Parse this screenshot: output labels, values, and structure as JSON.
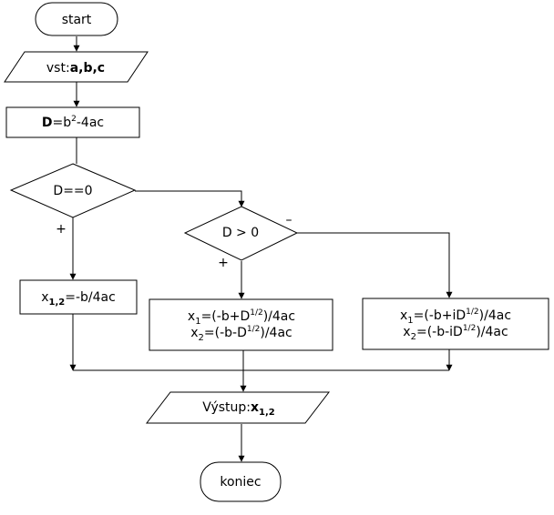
{
  "start": {
    "label": "start"
  },
  "input": {
    "prefix": "vst:",
    "vars": "a,b,c"
  },
  "discriminant": {
    "var": "D",
    "eq": "=b",
    "exp": "2",
    "rest": "-4ac"
  },
  "decision_zero": {
    "label": "D==0",
    "yes": "+"
  },
  "decision_positive": {
    "label": "D > 0",
    "yes": "+",
    "no": "–"
  },
  "result_single": {
    "x": "x",
    "sub": "1,2",
    "expr": "=-b/4ac"
  },
  "result_real": {
    "line1": {
      "x": "x",
      "sub": "1",
      "pre": "=(-b+D",
      "sup": "1/2",
      "post": ")/4ac"
    },
    "line2": {
      "x": "x",
      "sub": "2",
      "pre": "=(-b-D",
      "sup": "1/2",
      "post": ")/4ac"
    }
  },
  "result_complex": {
    "line1": {
      "x": "x",
      "sub": "1",
      "pre": "=(-b+iD",
      "sup": "1/2",
      "post": ")/4ac"
    },
    "line2": {
      "x": "x",
      "sub": "2",
      "pre": "=(-b-iD",
      "sup": "1/2",
      "post": ")/4ac"
    }
  },
  "output": {
    "prefix": "Výstup:",
    "var": "x",
    "sub": "1,2"
  },
  "end": {
    "label": "koniec"
  }
}
